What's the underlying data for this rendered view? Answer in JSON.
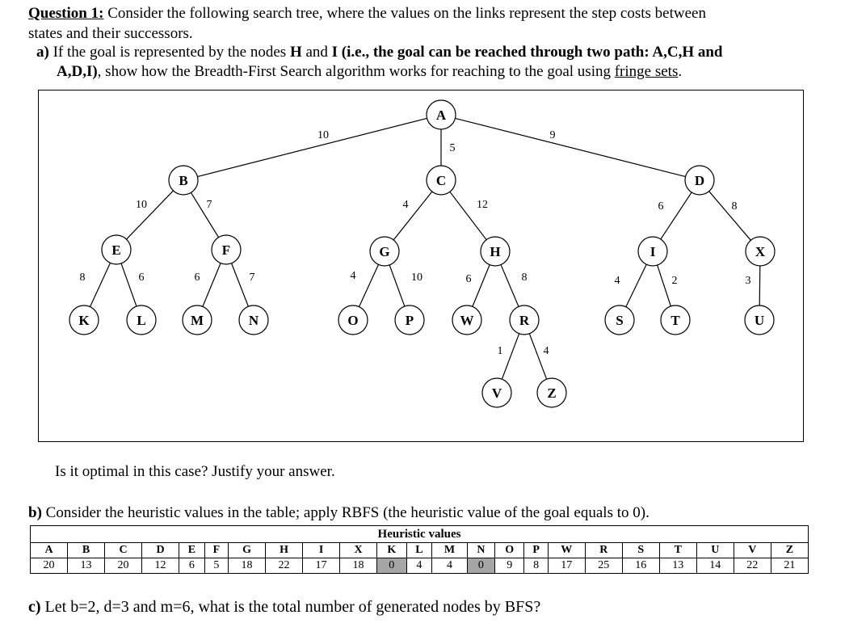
{
  "q1": {
    "title": "Question 1:",
    "line1_rest": " Consider the following search tree, where the values on the links represent the step costs between",
    "line2": "states and their successors.",
    "a_label": "a)",
    "a_pre": " If the goal is represented by the nodes ",
    "a_bold": "H",
    "a_and": " and ",
    "a_bold2": "I (i.e., the goal can be reached through two path: A,C,H and",
    "a_line2_bold": "A,D,I)",
    "a_line2_rest": ", show how the Breadth-First Search algorithm works for reaching to the goal using ",
    "a_fringe": "fringe sets",
    "a_end": "."
  },
  "tree": {
    "nodes": [
      "A",
      "B",
      "C",
      "D",
      "E",
      "F",
      "G",
      "H",
      "I",
      "X",
      "K",
      "L",
      "M",
      "N",
      "O",
      "P",
      "W",
      "R",
      "S",
      "T",
      "U",
      "V",
      "Z"
    ],
    "edges": [
      {
        "from": "A",
        "to": "B",
        "cost": "10"
      },
      {
        "from": "A",
        "to": "C",
        "cost": "5"
      },
      {
        "from": "A",
        "to": "D",
        "cost": "9"
      },
      {
        "from": "B",
        "to": "E",
        "cost": "10"
      },
      {
        "from": "B",
        "to": "F",
        "cost": "7"
      },
      {
        "from": "C",
        "to": "G",
        "cost": "4"
      },
      {
        "from": "C",
        "to": "H",
        "cost": "12"
      },
      {
        "from": "D",
        "to": "I",
        "cost": "6"
      },
      {
        "from": "D",
        "to": "X",
        "cost": "8"
      },
      {
        "from": "E",
        "to": "K",
        "cost": "8"
      },
      {
        "from": "E",
        "to": "L",
        "cost": "6"
      },
      {
        "from": "F",
        "to": "M",
        "cost": "6"
      },
      {
        "from": "F",
        "to": "N",
        "cost": "7"
      },
      {
        "from": "G",
        "to": "O",
        "cost": "4"
      },
      {
        "from": "G",
        "to": "P",
        "cost": "10"
      },
      {
        "from": "H",
        "to": "W",
        "cost": "6"
      },
      {
        "from": "H",
        "to": "R",
        "cost": "8"
      },
      {
        "from": "I",
        "to": "S",
        "cost": "4"
      },
      {
        "from": "I",
        "to": "T",
        "cost": "2"
      },
      {
        "from": "X",
        "to": "U",
        "cost": "3"
      },
      {
        "from": "R",
        "to": "V",
        "cost": "1"
      },
      {
        "from": "R",
        "to": "Z",
        "cost": "4"
      }
    ]
  },
  "optimal_question": "Is it optimal in this case? Justify your answer.",
  "b": {
    "label": "b)",
    "text": "Consider the heuristic values in the table; apply RBFS (the heuristic value of the goal equals to 0).",
    "table_title": "Heuristic values",
    "names": [
      "A",
      "B",
      "C",
      "D",
      "E",
      "F",
      "G",
      "H",
      "I",
      "X",
      "K",
      "L",
      "M",
      "N",
      "O",
      "P",
      "W",
      "R",
      "S",
      "T",
      "U",
      "V",
      "Z"
    ],
    "values": [
      "20",
      "13",
      "20",
      "12",
      "6",
      "5",
      "18",
      "22",
      "17",
      "18",
      "0",
      "4",
      "4",
      "0",
      "9",
      "8",
      "17",
      "25",
      "16",
      "13",
      "14",
      "22",
      "21"
    ],
    "highlighted": [
      "K",
      "N"
    ],
    "highlight_color": "#a6a6a6"
  },
  "c": {
    "label": "c)",
    "text": "Let b=2, d=3 and m=6, what is the total number of generated nodes by BFS?"
  }
}
